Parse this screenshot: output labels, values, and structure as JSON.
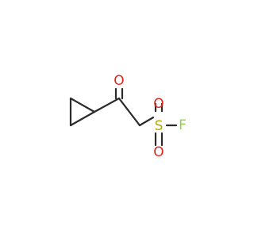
{
  "molecule": {
    "atoms": {
      "oxygen_ketone": {
        "label": "O",
        "color": "#e0261a"
      },
      "sulfur": {
        "label": "S",
        "color": "#b8a600"
      },
      "oxygen_sulfonyl_top": {
        "label": "O",
        "color": "#e0261a"
      },
      "oxygen_sulfonyl_bottom": {
        "label": "O",
        "color": "#e0261a"
      },
      "fluorine": {
        "label": "F",
        "color": "#8fd14f"
      }
    },
    "bond_color": "#2b2b2b"
  }
}
